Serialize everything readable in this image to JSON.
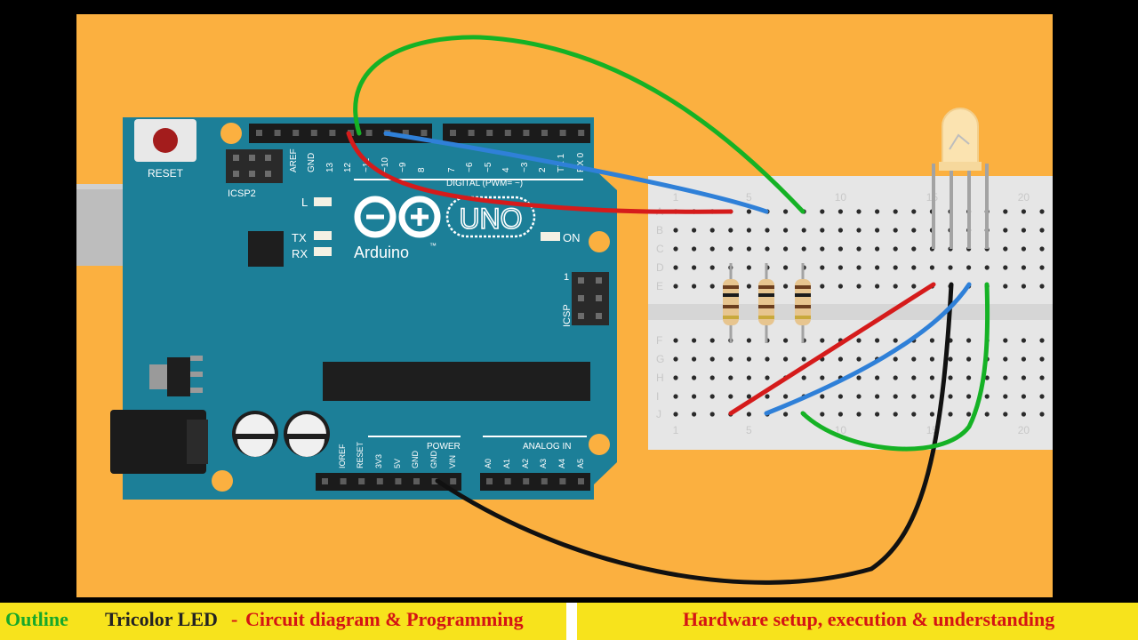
{
  "colors": {
    "background": "#fbb040",
    "board": "#1c7f98",
    "breadboard": "#e6e6e6",
    "wire_green": "#15b225",
    "wire_blue": "#2f80d8",
    "wire_red": "#d51b1b",
    "wire_black": "#111111",
    "bar_background": "#f7e31c",
    "outline_text": "#17a82a",
    "title_text": "#222222",
    "red_text": "#d41414"
  },
  "board": {
    "reset_label": "RESET",
    "icsp2_label": "ICSP2",
    "icsp_label": "ICSP",
    "icsp_pin1": "1",
    "brand": "Arduino",
    "model": "UNO",
    "tm": "™",
    "led_l": "L",
    "led_tx": "TX",
    "led_rx": "RX",
    "led_on": "ON",
    "digital_label": "DIGITAL (PWM= ~)",
    "power_label": "POWER",
    "analog_label": "ANALOG IN",
    "top_pin_labels": [
      "AREF",
      "GND",
      "13",
      "12",
      "~11",
      "~10",
      "~9",
      "8",
      "7",
      "~6",
      "~5",
      "4",
      "~3",
      "2",
      "TX 1",
      "RX 0"
    ],
    "power_pin_labels": [
      "IOREF",
      "RESET",
      "3V3",
      "5V",
      "GND",
      "GND",
      "VIN"
    ],
    "analog_pin_labels": [
      "A0",
      "A1",
      "A2",
      "A3",
      "A4",
      "A5"
    ]
  },
  "breadboard": {
    "row_labels_top": [
      "A",
      "B",
      "C",
      "D",
      "E"
    ],
    "row_labels_bottom": [
      "F",
      "G",
      "H",
      "I",
      "J"
    ],
    "column_numbers": [
      "1",
      "5",
      "10",
      "15",
      "20"
    ]
  },
  "bottom_bar": {
    "outline": "Outline",
    "title": "Tricolor LED",
    "dash": "-",
    "left_topic": "Circuit diagram & Programming",
    "right_topic": "Hardware setup, execution & understanding"
  }
}
